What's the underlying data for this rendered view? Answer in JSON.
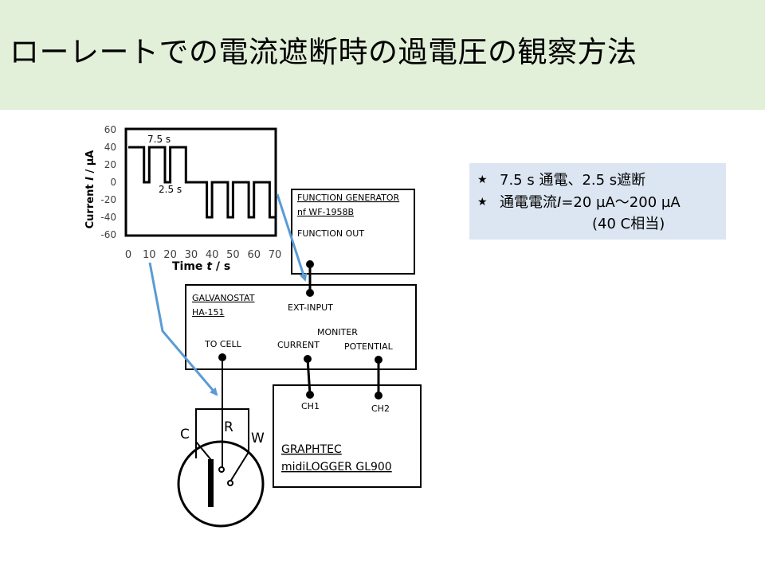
{
  "title": "ローレートでの電流遮断時の過電圧の観察方法",
  "notes": {
    "line1": "7.5 s 通電、2.5 s遮断",
    "line2_prefix": "通電電流",
    "line2_var": "I",
    "line2_suffix": "=20 µA～200 µA",
    "line3": "(40 C相当)"
  },
  "chart_data": {
    "type": "line",
    "title": "",
    "xlabel_prefix": "Time ",
    "xlabel_var": "t",
    "xlabel_suffix": " / s",
    "ylabel_prefix": "Current ",
    "ylabel_var": "I",
    "ylabel_suffix": " / µA",
    "x_ticks": [
      "0",
      "10",
      "20",
      "30",
      "40",
      "50",
      "60",
      "70"
    ],
    "y_ticks": [
      "60",
      "40",
      "20",
      "0",
      "-20",
      "-40",
      "-60"
    ],
    "xlim": [
      0,
      70
    ],
    "ylim": [
      -60,
      60
    ],
    "grid": false,
    "series": [
      {
        "x": [
          0,
          7.5,
          7.5,
          10,
          10,
          17.5,
          17.5,
          20,
          20,
          27.5,
          27.5,
          30,
          30,
          37.5,
          37.5,
          40,
          40,
          47.5,
          47.5,
          50,
          50,
          57.5,
          57.5,
          60,
          60,
          67.5,
          67.5,
          70
        ],
        "y": [
          40,
          40,
          0,
          0,
          40,
          40,
          0,
          0,
          40,
          40,
          0,
          0,
          0,
          0,
          -40,
          -40,
          0,
          0,
          -40,
          -40,
          0,
          0,
          -40,
          -40,
          0,
          0,
          -40,
          -40
        ]
      }
    ],
    "annotations": [
      "7.5 s",
      "2.5 s"
    ]
  },
  "equipment": {
    "function_generator_line1": "FUNCTION GENERATOR",
    "function_generator_line2": "nf WF-1958B",
    "function_out": "FUNCTION OUT",
    "galvanostat_line1": "GALVANOSTAT",
    "galvanostat_line2": "HA-151",
    "ext_input": "EXT-INPUT",
    "to_cell": "TO CELL",
    "moniter": "MONITER",
    "current": "CURRENT",
    "potential": "POTENTIAL",
    "logger_line1": "GRAPHTEC",
    "logger_line2": "midiLOGGER GL900",
    "ch1": "CH1",
    "ch2": "CH2"
  },
  "cell": {
    "counter": "C",
    "reference": "R",
    "working": "W"
  },
  "colors": {
    "title_band": "#e2efd9",
    "note_box": "#dce6f2",
    "arrow": "#5b9bd5"
  }
}
